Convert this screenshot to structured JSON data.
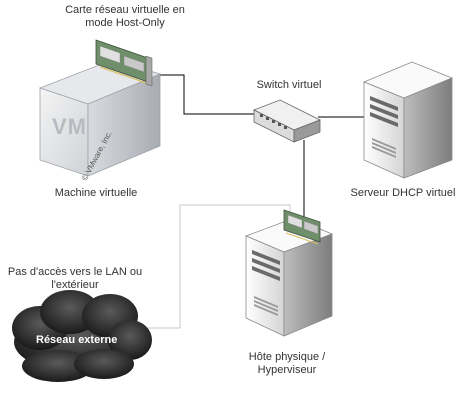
{
  "labels": {
    "vm_card": "Carte réseau virtuelle en\nmode Host-Only",
    "vm": "Machine virtuelle",
    "vm_logo": "VM",
    "vm_copyright": "© VMware, Inc.",
    "switch": "Switch virtuel",
    "dhcp": "Serveur DHCP virtuel",
    "no_access": "Pas d'accès vers le LAN ou\nl'extérieur",
    "external": "Réseau externe",
    "host": "Hôte physique /\nHyperviseur"
  },
  "colors": {
    "line": "#000000",
    "dotted_line": "#c8c8c8",
    "cloud_dark": "#2a2a2a",
    "server_light": "#f2f2f2",
    "server_dark": "#9a9a9a",
    "card_green": "#6f8f6a"
  },
  "icons": [
    "vm-cube-icon",
    "network-card-icon",
    "switch-icon",
    "server-icon",
    "cloud-icon"
  ]
}
